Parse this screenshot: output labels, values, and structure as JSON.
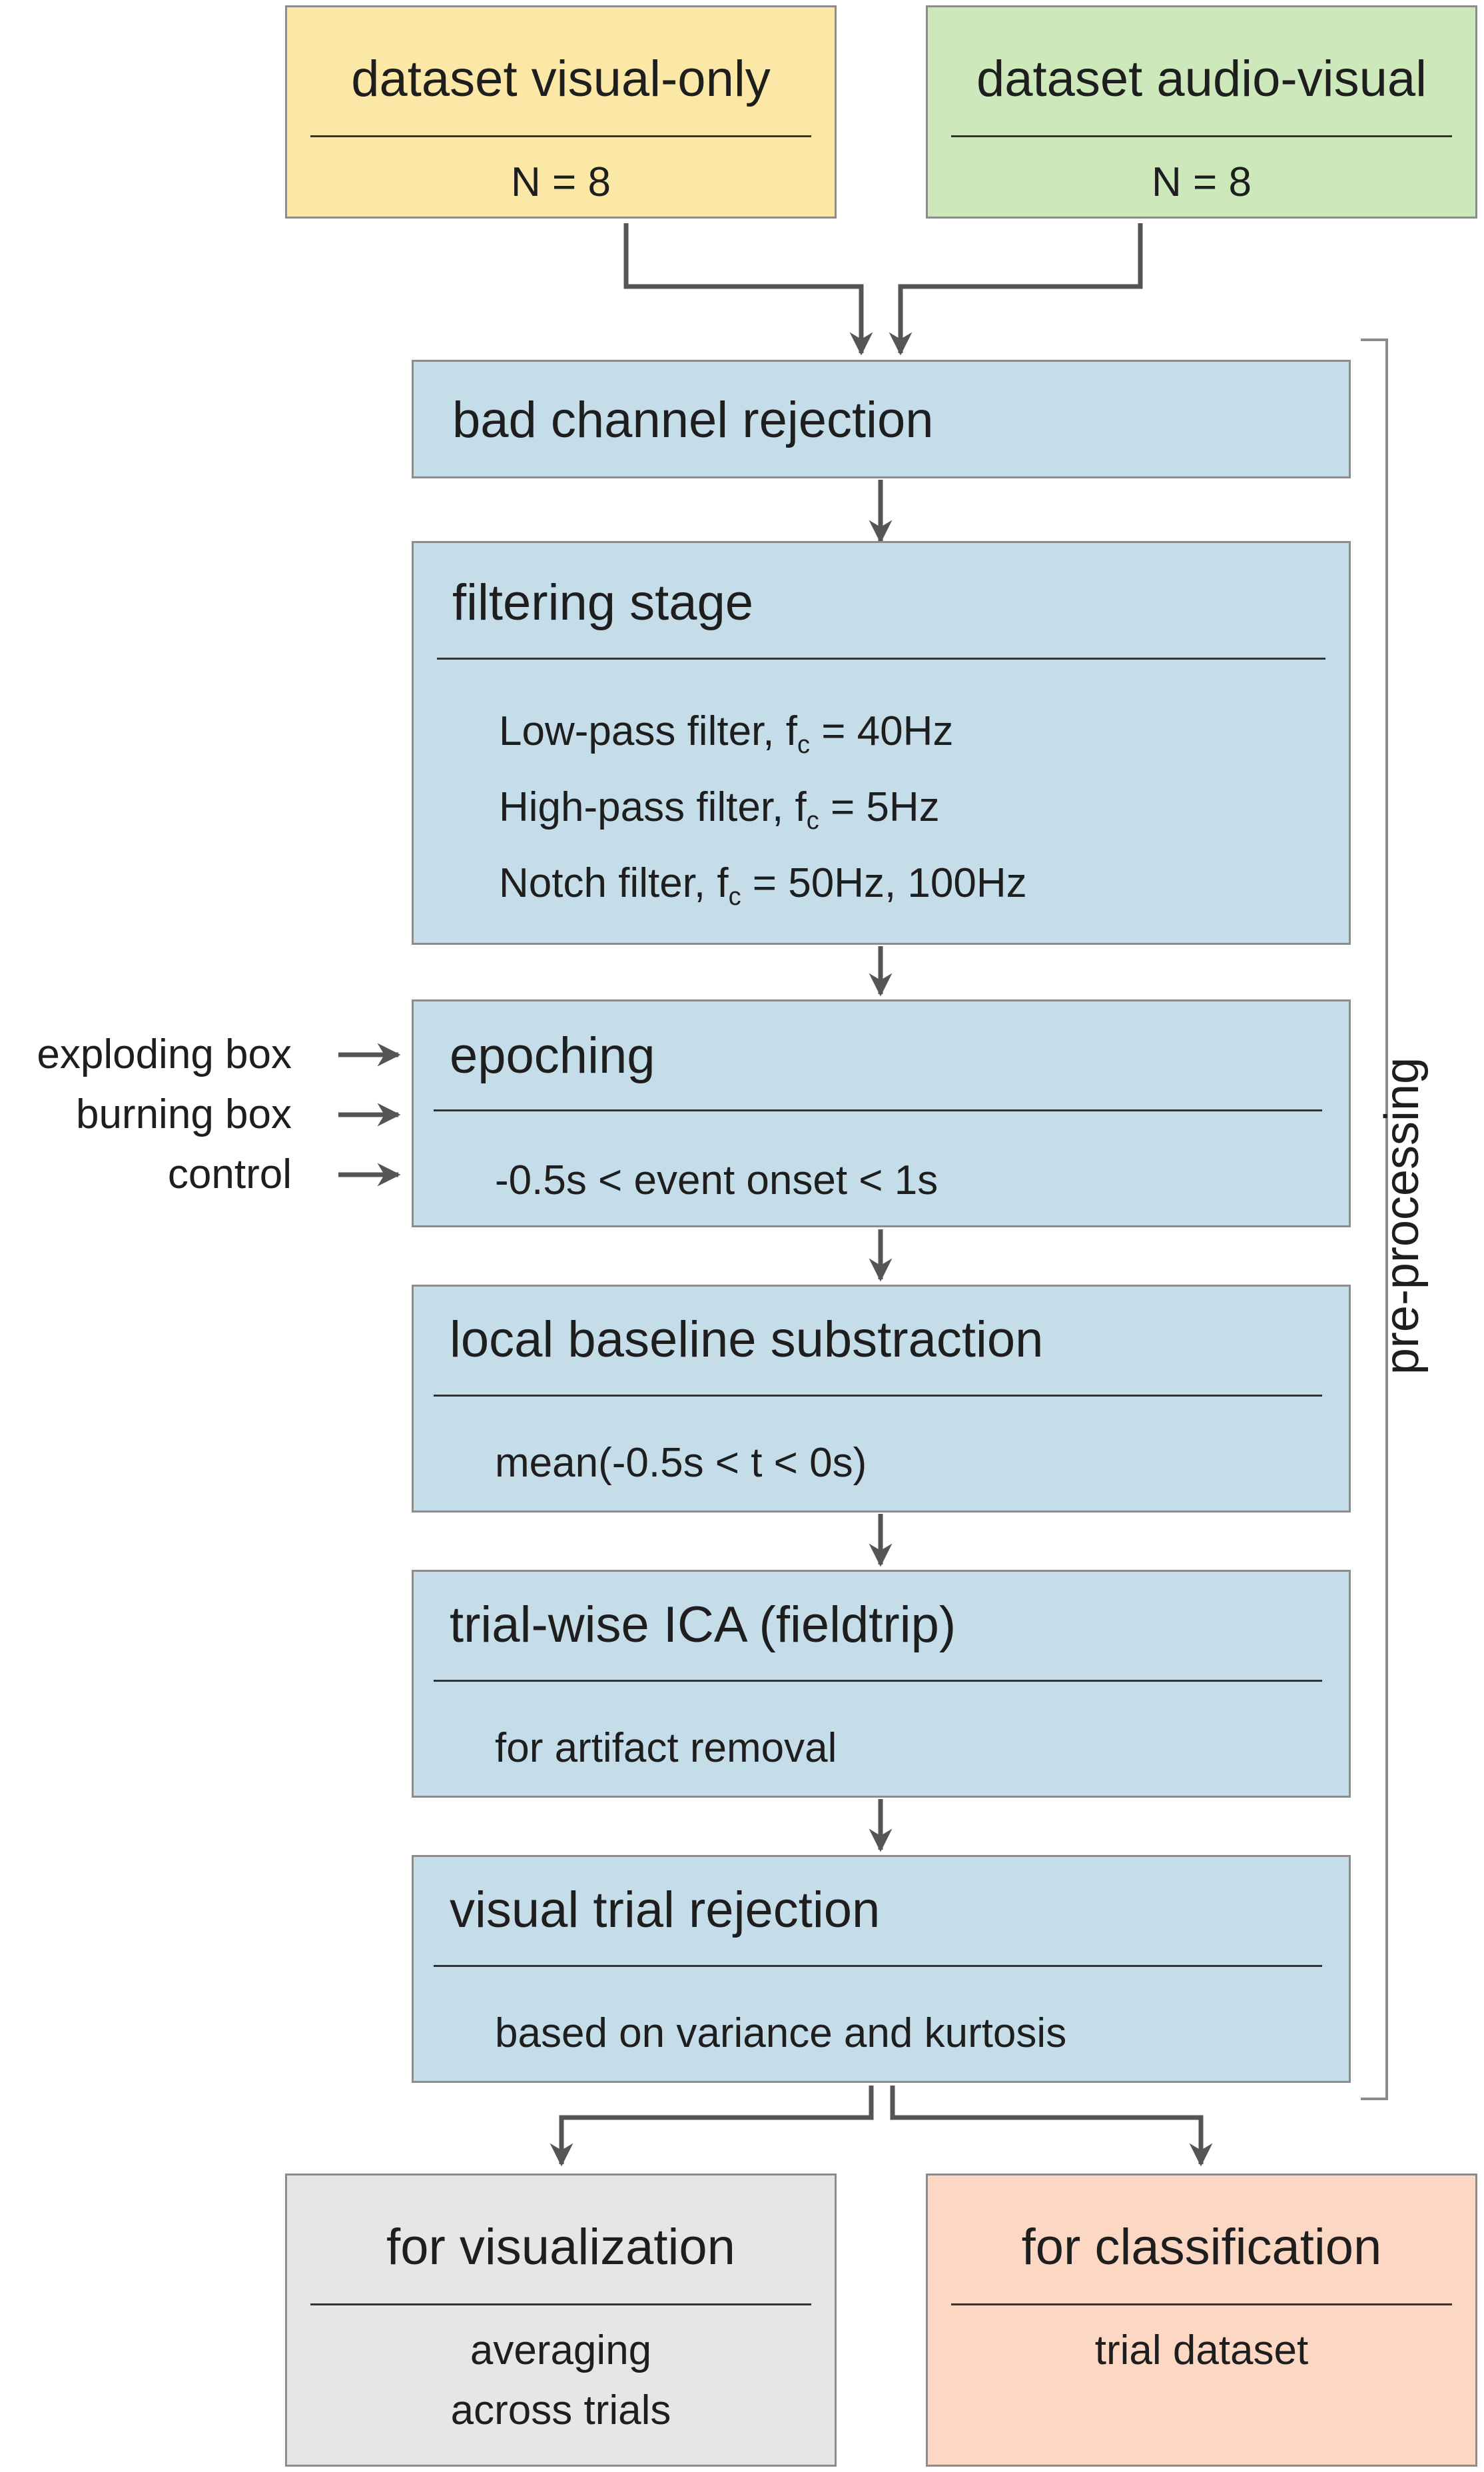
{
  "inputs": {
    "visual_only": {
      "title": "dataset visual-only",
      "n": "N = 8"
    },
    "audio_visual": {
      "title": "dataset audio-visual",
      "n": "N = 8"
    }
  },
  "stages": {
    "bad_channel": {
      "title": "bad channel rejection"
    },
    "filtering": {
      "title": "filtering stage",
      "lines": [
        {
          "text": "Low-pass filter, f",
          "sub": "c",
          "rest": " = 40Hz"
        },
        {
          "text": "High-pass filter, f",
          "sub": "c",
          "rest": " = 5Hz"
        },
        {
          "text": "Notch filter, f",
          "sub": "c",
          "rest": " = 50Hz, 100Hz"
        }
      ]
    },
    "epoching": {
      "title": "epoching",
      "detail": "-0.5s  < event onset < 1s"
    },
    "baseline": {
      "title": "local baseline substraction",
      "detail": "mean(-0.5s < t < 0s)"
    },
    "ica": {
      "title": "trial-wise ICA (fieldtrip)",
      "detail": "for artifact removal"
    },
    "visual_rejection": {
      "title": "visual trial rejection",
      "detail": "based on variance and kurtosis"
    }
  },
  "event_labels": [
    "exploding box",
    "burning box",
    "control"
  ],
  "bracket_label": "pre-processing",
  "outputs": {
    "visualization": {
      "title": "for visualization",
      "line1": "averaging",
      "line2": "across trials"
    },
    "classification": {
      "title": "for classification",
      "line1": "trial dataset"
    }
  },
  "colors": {
    "stage_fill": "#c5dce9",
    "visual_only_fill": "#fbe8a6",
    "audio_visual_fill": "#cde9bc",
    "visualization_fill": "#e6e6e6",
    "classification_fill": "#fcd8c4",
    "arrow": "#555555"
  }
}
